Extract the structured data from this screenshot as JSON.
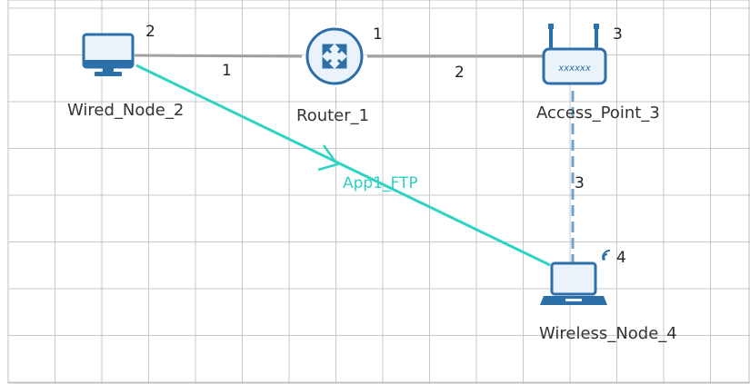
{
  "scene": {
    "background": "#ffffff",
    "grid_color": "#c8c8c8",
    "wired_link_color": "#a0a0a0",
    "wireless_link_color": "#6fa3c8",
    "app_color": "#2ed3c3",
    "icon_color": "#2d6fa8",
    "icon_fill": "#eaf3fb"
  },
  "devices": [
    {
      "id": "wired_node",
      "label": "Wired_Node_2",
      "number": "2",
      "icon": "desktop-computer-icon"
    },
    {
      "id": "router",
      "label": "Router_1",
      "number": "1",
      "icon": "router-icon"
    },
    {
      "id": "access_point",
      "label": "Access_Point_3",
      "number": "3",
      "icon": "access-point-icon",
      "badge": "xxxxxx"
    },
    {
      "id": "wireless_node",
      "label": "Wireless_Node_4",
      "number": "4",
      "icon": "laptop-icon"
    }
  ],
  "links": [
    {
      "id": "wired-link-1",
      "type": "wired",
      "label": "1"
    },
    {
      "id": "wired-link-2",
      "type": "wired",
      "label": "2"
    },
    {
      "id": "wireless-link-3",
      "type": "wireless",
      "label": "3"
    }
  ],
  "application": {
    "label": "App1_FTP"
  }
}
